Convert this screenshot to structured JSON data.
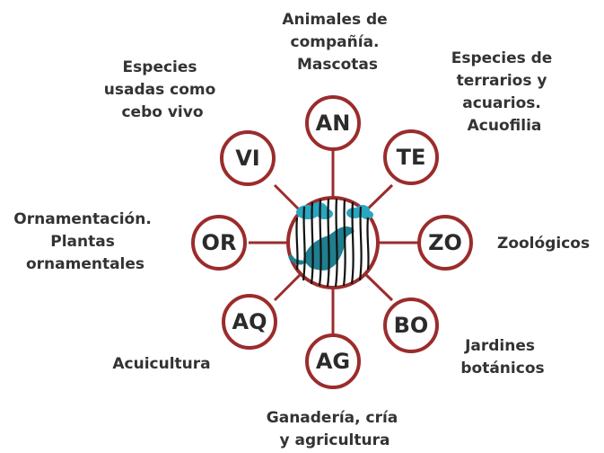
{
  "colors": {
    "ring": "#9b2c2c",
    "text": "#333333",
    "animal": "#1f7f8f",
    "cloud": "#2aa6c0",
    "bars": "#111111"
  },
  "center_icon": "caged-otter-icon",
  "nodes": [
    {
      "id": "an",
      "code": "AN",
      "label": [
        "Animales de",
        "compañía.",
        "Mascotas"
      ]
    },
    {
      "id": "te",
      "code": "TE",
      "label": [
        "Especies de",
        "terrarios y",
        "acuarios.",
        "Acuofilia"
      ]
    },
    {
      "id": "zo",
      "code": "ZO",
      "label": [
        "Zoológicos"
      ]
    },
    {
      "id": "bo",
      "code": "BO",
      "label": [
        "Jardines",
        "botánicos"
      ]
    },
    {
      "id": "ag",
      "code": "AG",
      "label": [
        "Ganadería, cría",
        "y agricultura"
      ]
    },
    {
      "id": "aq",
      "code": "AQ",
      "label": [
        "Acuicultura"
      ]
    },
    {
      "id": "or",
      "code": "OR",
      "label": [
        "Ornamentación.",
        "Plantas",
        "ornamentales"
      ]
    },
    {
      "id": "vi",
      "code": "VI",
      "label": [
        "Especies",
        "usadas como",
        "cebo vivo"
      ]
    }
  ]
}
